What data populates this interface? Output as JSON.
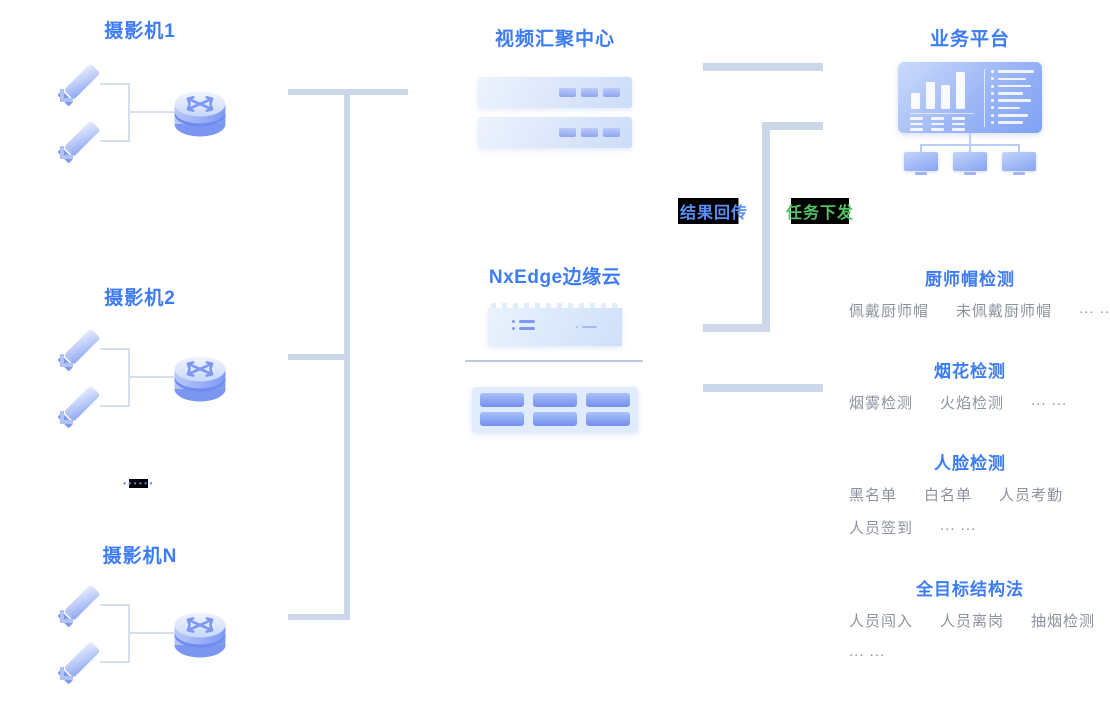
{
  "palette": {
    "accent_blue": "#3d7cf5",
    "body_gray": "#8d939e",
    "connector_line": "#ccd8e9",
    "flow_result_blue": "#5b90f8",
    "flow_task_green": "#54c163",
    "highlight_black": "#000000"
  },
  "left": {
    "groups": [
      {
        "label": "摄影机1"
      },
      {
        "label": "摄影机2"
      },
      {
        "label": "摄影机N"
      }
    ],
    "more_dots": "••••••"
  },
  "center": {
    "video_hub": "视频汇聚中心",
    "edge": "NxEdge边缘云"
  },
  "right": {
    "platform": "业务平台",
    "result_flow": "结果回传",
    "task_flow": "任务下发",
    "sections": [
      {
        "title": "厨师帽检测",
        "rows": [
          [
            "佩戴厨师帽",
            "未佩戴厨师帽",
            "... ..."
          ]
        ]
      },
      {
        "title": "烟花检测",
        "rows": [
          [
            "烟雾检测",
            "火焰检测",
            "... ..."
          ]
        ]
      },
      {
        "title": "人脸检测",
        "rows": [
          [
            "黑名单",
            "白名单",
            "人员考勤"
          ],
          [
            "人员签到",
            "... ..."
          ]
        ]
      },
      {
        "title": "全目标结构法",
        "rows": [
          [
            "人员闯入",
            "人员离岗",
            "抽烟检测"
          ],
          [
            "... ..."
          ]
        ]
      }
    ]
  }
}
